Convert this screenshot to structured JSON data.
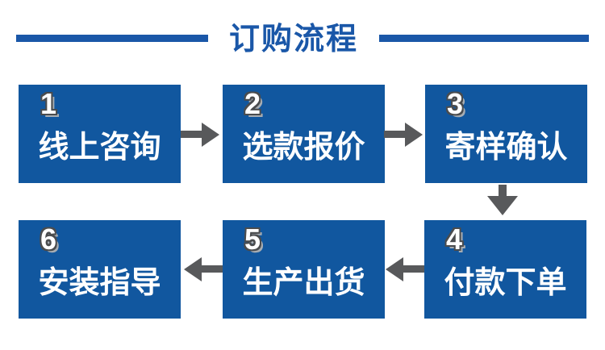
{
  "title": "订购流程",
  "colors": {
    "box_blue": "#11579f",
    "title_blue": "#1a57a8",
    "arrow_gray": "#58595b",
    "step_text": "#ffffff"
  },
  "steps": [
    {
      "number": "1",
      "label": "线上咨询"
    },
    {
      "number": "2",
      "label": "选款报价"
    },
    {
      "number": "3",
      "label": "寄样确认"
    },
    {
      "number": "4",
      "label": "付款下单"
    },
    {
      "number": "5",
      "label": "生产出货"
    },
    {
      "number": "6",
      "label": "安装指导"
    }
  ],
  "flow": [
    {
      "from": "1",
      "to": "2",
      "direction": "right"
    },
    {
      "from": "2",
      "to": "3",
      "direction": "right"
    },
    {
      "from": "3",
      "to": "4",
      "direction": "down"
    },
    {
      "from": "4",
      "to": "5",
      "direction": "left"
    },
    {
      "from": "5",
      "to": "6",
      "direction": "left"
    }
  ]
}
